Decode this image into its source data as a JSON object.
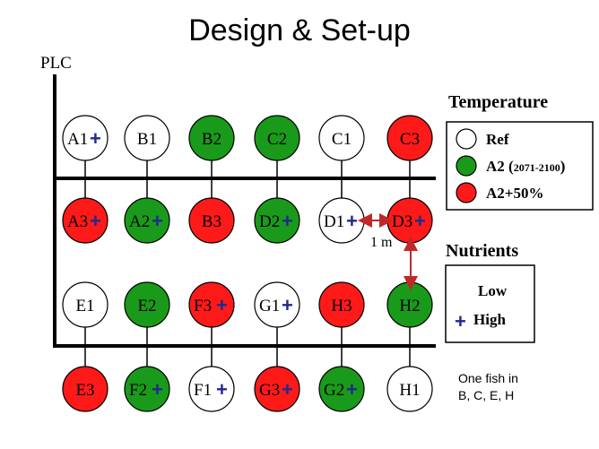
{
  "title": "Design & Set-up",
  "plc_label": "PLC",
  "colors": {
    "ref": "#ffffff",
    "a2": "#1a9a1a",
    "a2_50": "#ff1a1a",
    "plus": "#1f2a8c",
    "distance_arrow": "#c0282a"
  },
  "rows": [
    [
      {
        "id": "A1",
        "treatment": "ref",
        "high_nutrients": true
      },
      {
        "id": "B1",
        "treatment": "ref",
        "high_nutrients": false
      },
      {
        "id": "B2",
        "treatment": "a2",
        "high_nutrients": false
      },
      {
        "id": "C2",
        "treatment": "a2",
        "high_nutrients": false
      },
      {
        "id": "C1",
        "treatment": "ref",
        "high_nutrients": false
      },
      {
        "id": "C3",
        "treatment": "a2_50",
        "high_nutrients": false
      }
    ],
    [
      {
        "id": "A3",
        "treatment": "a2_50",
        "high_nutrients": true
      },
      {
        "id": "A2",
        "treatment": "a2",
        "high_nutrients": true
      },
      {
        "id": "B3",
        "treatment": "a2_50",
        "high_nutrients": false
      },
      {
        "id": "D2",
        "treatment": "a2",
        "high_nutrients": true
      },
      {
        "id": "D1",
        "treatment": "ref",
        "high_nutrients": true
      },
      {
        "id": "D3",
        "treatment": "a2_50",
        "high_nutrients": true
      }
    ],
    [
      {
        "id": "E1",
        "treatment": "ref",
        "high_nutrients": false
      },
      {
        "id": "E2",
        "treatment": "a2",
        "high_nutrients": false
      },
      {
        "id": "F3",
        "treatment": "a2_50",
        "high_nutrients": true
      },
      {
        "id": "G1",
        "treatment": "ref",
        "high_nutrients": true
      },
      {
        "id": "H3",
        "treatment": "a2_50",
        "high_nutrients": false
      },
      {
        "id": "H2",
        "treatment": "a2",
        "high_nutrients": false
      }
    ],
    [
      {
        "id": "E3",
        "treatment": "a2_50",
        "high_nutrients": false
      },
      {
        "id": "F2",
        "treatment": "a2",
        "high_nutrients": true
      },
      {
        "id": "F1",
        "treatment": "ref",
        "high_nutrients": true
      },
      {
        "id": "G3",
        "treatment": "a2_50",
        "high_nutrients": true
      },
      {
        "id": "G2",
        "treatment": "a2",
        "high_nutrients": true
      },
      {
        "id": "H1",
        "treatment": "ref",
        "high_nutrients": false
      }
    ]
  ],
  "distance_label": "1 m",
  "temperature_legend": {
    "title": "Temperature",
    "items": [
      {
        "treatment": "ref",
        "label": "Ref",
        "label_detail": ""
      },
      {
        "treatment": "a2",
        "label": "A2 (",
        "label_detail": "2071-2100",
        "label_close": ")"
      },
      {
        "treatment": "a2_50",
        "label": "A2+50%",
        "label_detail": ""
      }
    ]
  },
  "nutrients_legend": {
    "title": "Nutrients",
    "low_label": "Low",
    "high_label": "High",
    "plus_symbol": "+"
  },
  "fish_note": {
    "line1": "One fish in",
    "line2": "B, C, E, H"
  }
}
